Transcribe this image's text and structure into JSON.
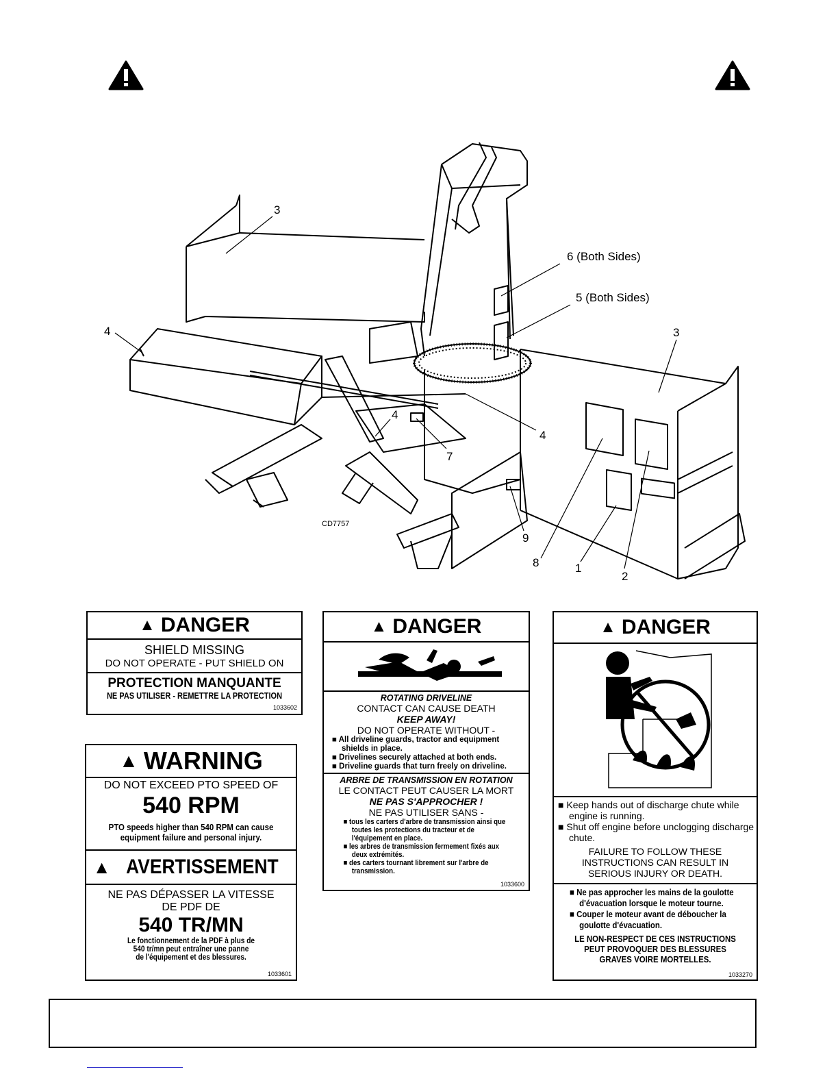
{
  "callouts": {
    "c3a": "3",
    "c6": "6 (Both Sides)",
    "c5": "5 (Both Sides)",
    "c3b": "3",
    "c4a": "4",
    "c4b": "4",
    "c4c": "4",
    "c7": "7",
    "c9": "9",
    "c8": "8",
    "c1": "1",
    "c2": "2",
    "drawing_code": "CD7757"
  },
  "decal_shield": {
    "header": "DANGER",
    "l1": "SHIELD MISSING",
    "l2": "DO NOT OPERATE - PUT SHIELD ON",
    "l3": "PROTECTION MANQUANTE",
    "l4": "NE PAS UTILISER - REMETTRE LA PROTECTION",
    "code": "1033602"
  },
  "decal_pto": {
    "header": "WARNING",
    "l1": "DO NOT EXCEED PTO SPEED OF",
    "l2": "540 RPM",
    "l3": "PTO speeds higher than 540 RPM can cause",
    "l4": "equipment failure and personal injury.",
    "header_fr": "AVERTISSEMENT",
    "f1": "NE PAS DÉPASSER LA VITESSE",
    "f2": "DE PDF DE",
    "f3": "540 TR/MN",
    "f4": "Le fonctionnement de la PDF à plus de",
    "f5": "540 tr/mn peut entraîner une panne",
    "f6": "de l'équipement et des blessures.",
    "code": "1033601"
  },
  "decal_driveline": {
    "header": "DANGER",
    "l1": "ROTATING DRIVELINE",
    "l2": "CONTACT CAN CAUSE DEATH",
    "l3": "KEEP AWAY!",
    "l4": "DO NOT OPERATE WITHOUT -",
    "b1": "All driveline guards, tractor and equipment shields in place.",
    "b2": "Drivelines securely attached at both ends.",
    "b3": "Driveline guards that turn freely on driveline.",
    "f1": "ARBRE DE TRANSMISSION EN ROTATION",
    "f2": "LE CONTACT PEUT CAUSER LA MORT",
    "f3": "NE PAS S'APPROCHER !",
    "f4": "NE PAS UTILISER SANS -",
    "fb1": "tous les carters d'arbre de transmission ainsi que toutes les protections du tracteur et de l'équipement en place.",
    "fb2": "les arbres de transmission fermement fixés aux deux extrémités.",
    "fb3": "des carters tournant librement sur l'arbre de transmission.",
    "code": "1033600"
  },
  "decal_chute": {
    "header": "DANGER",
    "b1": "Keep hands out of discharge chute while engine is running.",
    "b2": "Shut off engine before unclogging discharge chute.",
    "w1": "FAILURE TO FOLLOW THESE",
    "w2": "INSTRUCTIONS CAN RESULT IN",
    "w3": "SERIOUS INJURY OR DEATH.",
    "fb1": "Ne pas approcher les mains de la goulotte d'évacuation lorsque le moteur tourne.",
    "fb2": "Couper le moteur avant de déboucher la goulotte d'évacuation.",
    "fw1": "LE NON-RESPECT DE CES INSTRUCTIONS",
    "fw2": "PEUT PROVOQUER DES BLESSURES",
    "fw3": "GRAVES VOIRE MORTELLES.",
    "code": "1033270"
  }
}
